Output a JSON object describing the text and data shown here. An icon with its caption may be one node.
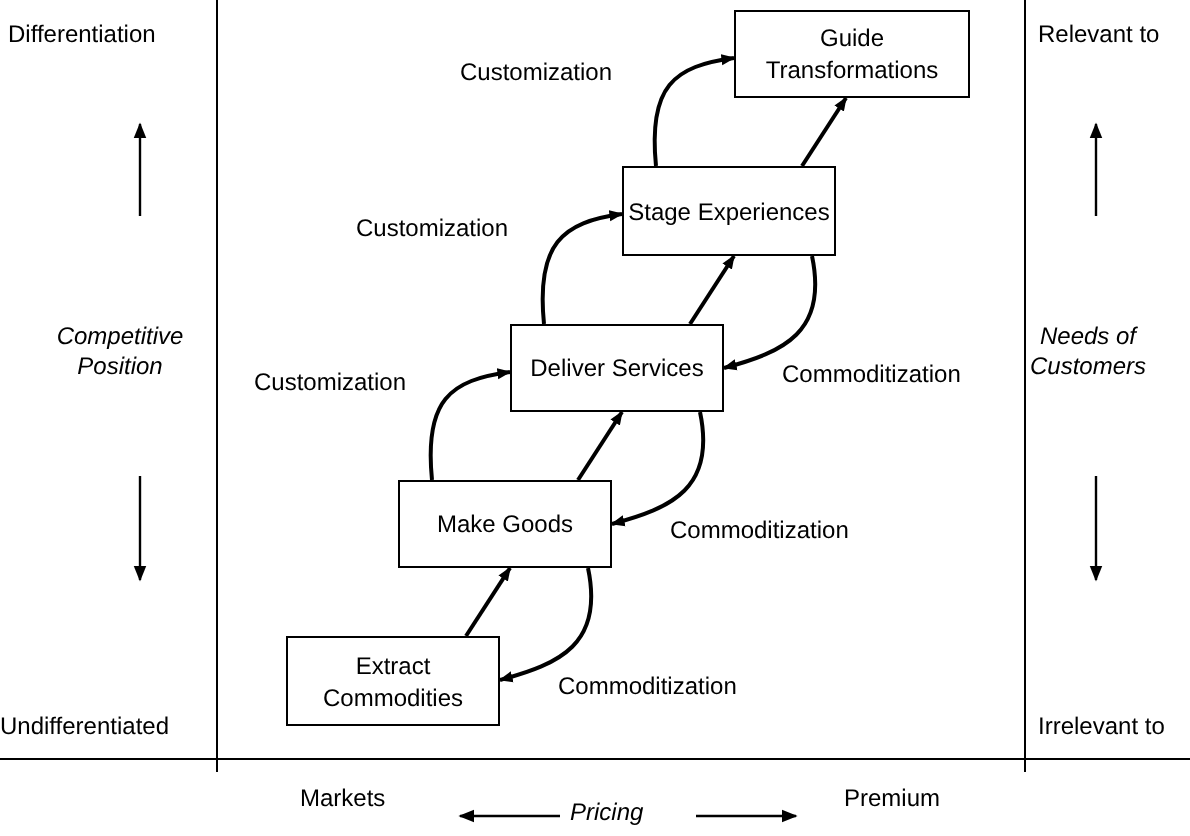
{
  "diagram": {
    "nodes": [
      {
        "text": [
          "Guide Transformations"
        ]
      },
      {
        "text": [
          "Stage Experiences"
        ]
      },
      {
        "text": [
          "Deliver Services"
        ]
      },
      {
        "text": [
          "Make Goods"
        ]
      },
      {
        "text": [
          "Extract Commodities"
        ]
      }
    ],
    "edges": [
      {
        "from": 4,
        "to": 3,
        "arrow": "to"
      },
      {
        "from": 3,
        "to": 2,
        "arrow": "to"
      },
      {
        "from": 2,
        "to": 1,
        "arrow": "to"
      },
      {
        "from": 1,
        "to": 0,
        "arrow": "to"
      },
      {
        "from": 3,
        "to": 2,
        "arrow": "to",
        "label": "Customization"
      },
      {
        "from": 2,
        "to": 1,
        "arrow": "to",
        "label": "Customization"
      },
      {
        "from": 1,
        "to": 0,
        "arrow": "to",
        "label": "Customization"
      },
      {
        "from": 1,
        "to": 2,
        "arrow": "to",
        "label": "Commoditization"
      },
      {
        "from": 2,
        "to": 3,
        "arrow": "to",
        "label": "Commoditization"
      },
      {
        "from": 3,
        "to": 4,
        "arrow": "to",
        "label": "Commoditization"
      }
    ],
    "labels": [
      "Differentiation",
      "Relevant to",
      "Competitive Position",
      "Needs of Customers",
      "Undifferentiated",
      "Irrelevant to",
      "Markets",
      "Pricing",
      "Premium"
    ]
  }
}
